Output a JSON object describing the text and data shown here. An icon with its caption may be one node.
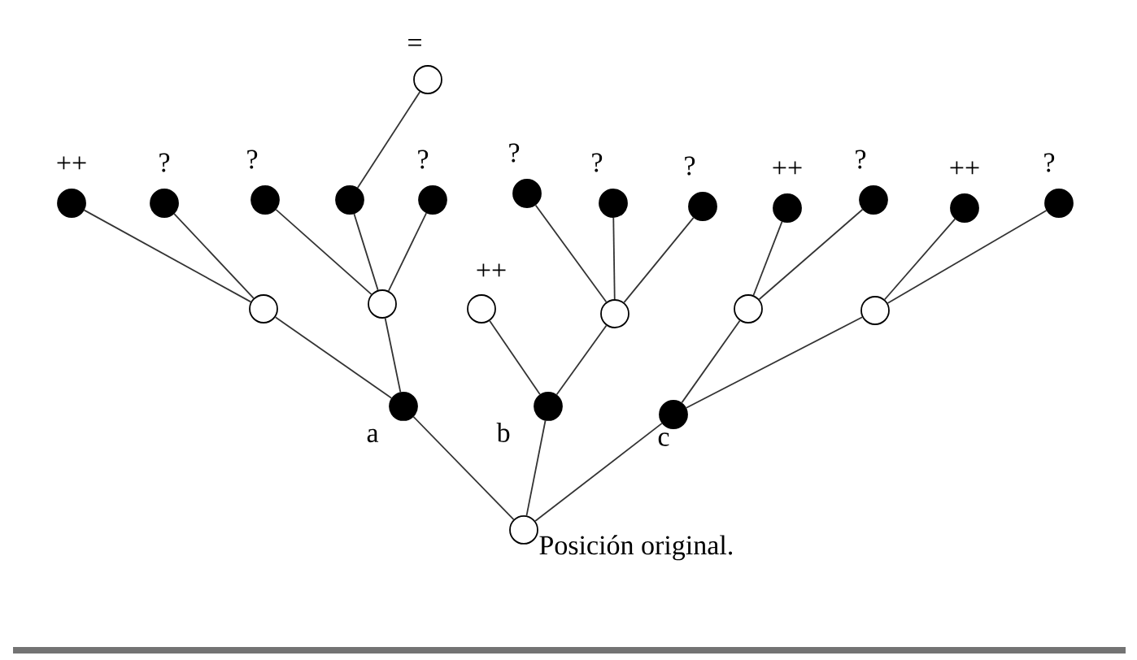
{
  "diagram": {
    "nodes": [
      {
        "text": [],
        "shape": "circle",
        "beside": [
          "="
        ]
      },
      {
        "text": [],
        "shape": "disc",
        "beside": [
          "++"
        ]
      },
      {
        "text": [],
        "shape": "disc",
        "beside": [
          "?"
        ]
      },
      {
        "text": [],
        "shape": "disc",
        "beside": [
          "?"
        ]
      },
      {
        "text": [],
        "shape": "disc"
      },
      {
        "text": [],
        "shape": "disc",
        "beside": [
          "?"
        ]
      },
      {
        "text": [],
        "shape": "disc",
        "beside": [
          "?"
        ]
      },
      {
        "text": [],
        "shape": "disc",
        "beside": [
          "?"
        ]
      },
      {
        "text": [],
        "shape": "disc",
        "beside": [
          "?"
        ]
      },
      {
        "text": [],
        "shape": "disc",
        "beside": [
          "++"
        ]
      },
      {
        "text": [],
        "shape": "disc",
        "beside": [
          "?"
        ]
      },
      {
        "text": [],
        "shape": "disc",
        "beside": [
          "++"
        ]
      },
      {
        "text": [],
        "shape": "disc",
        "beside": [
          "?"
        ]
      },
      {
        "text": [],
        "shape": "circle"
      },
      {
        "text": [],
        "shape": "circle"
      },
      {
        "text": [],
        "shape": "circle",
        "beside": [
          "++"
        ]
      },
      {
        "text": [],
        "shape": "circle"
      },
      {
        "text": [],
        "shape": "circle"
      },
      {
        "text": [],
        "shape": "circle"
      },
      {
        "text": [],
        "shape": "disc",
        "beside": [
          "a"
        ]
      },
      {
        "text": [],
        "shape": "disc",
        "beside": [
          "b"
        ]
      },
      {
        "text": [],
        "shape": "disc",
        "beside": [
          "c"
        ]
      },
      {
        "text": [],
        "shape": "circle",
        "beside": [
          "Posición original."
        ]
      }
    ],
    "edges": [
      {
        "from": 22,
        "to": 19,
        "arrow": "none"
      },
      {
        "from": 22,
        "to": 20,
        "arrow": "none"
      },
      {
        "from": 22,
        "to": 21,
        "arrow": "none"
      },
      {
        "from": 19,
        "to": 13,
        "arrow": "none"
      },
      {
        "from": 19,
        "to": 14,
        "arrow": "none"
      },
      {
        "from": 13,
        "to": 1,
        "arrow": "none"
      },
      {
        "from": 13,
        "to": 2,
        "arrow": "none"
      },
      {
        "from": 14,
        "to": 3,
        "arrow": "none"
      },
      {
        "from": 14,
        "to": 4,
        "arrow": "none"
      },
      {
        "from": 14,
        "to": 5,
        "arrow": "none"
      },
      {
        "from": 4,
        "to": 0,
        "arrow": "none"
      },
      {
        "from": 20,
        "to": 15,
        "arrow": "none"
      },
      {
        "from": 20,
        "to": 16,
        "arrow": "none"
      },
      {
        "from": 16,
        "to": 6,
        "arrow": "none"
      },
      {
        "from": 16,
        "to": 7,
        "arrow": "none"
      },
      {
        "from": 16,
        "to": 8,
        "arrow": "none"
      },
      {
        "from": 21,
        "to": 17,
        "arrow": "none"
      },
      {
        "from": 21,
        "to": 18,
        "arrow": "none"
      },
      {
        "from": 17,
        "to": 9,
        "arrow": "none"
      },
      {
        "from": 17,
        "to": 10,
        "arrow": "none"
      },
      {
        "from": 18,
        "to": 11,
        "arrow": "none"
      },
      {
        "from": 18,
        "to": 12,
        "arrow": "none"
      }
    ]
  }
}
